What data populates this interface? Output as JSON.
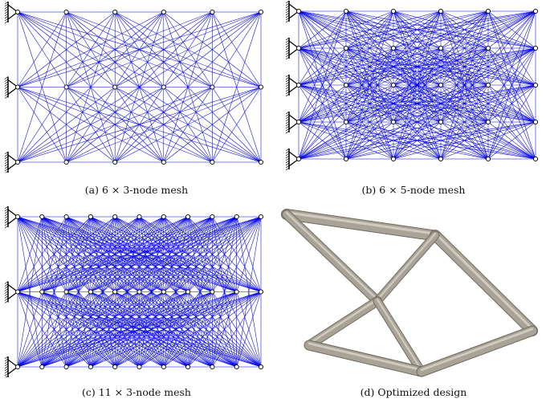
{
  "panels": [
    {
      "label": "(a)",
      "caption": "6 × 3-node mesh",
      "nx": 6,
      "ny": 3
    },
    {
      "label": "(b)",
      "caption": "6 × 5-node mesh",
      "nx": 6,
      "ny": 5
    },
    {
      "label": "(c)",
      "caption": "11 × 3-node mesh",
      "nx": 11,
      "ny": 3
    },
    {
      "label": "(d)",
      "caption": "Optimized design"
    }
  ],
  "colors": {
    "bars": "#0000e6",
    "support": "#000000",
    "tube": "#a8a396",
    "tube_edge": "#6f6a5e"
  }
}
